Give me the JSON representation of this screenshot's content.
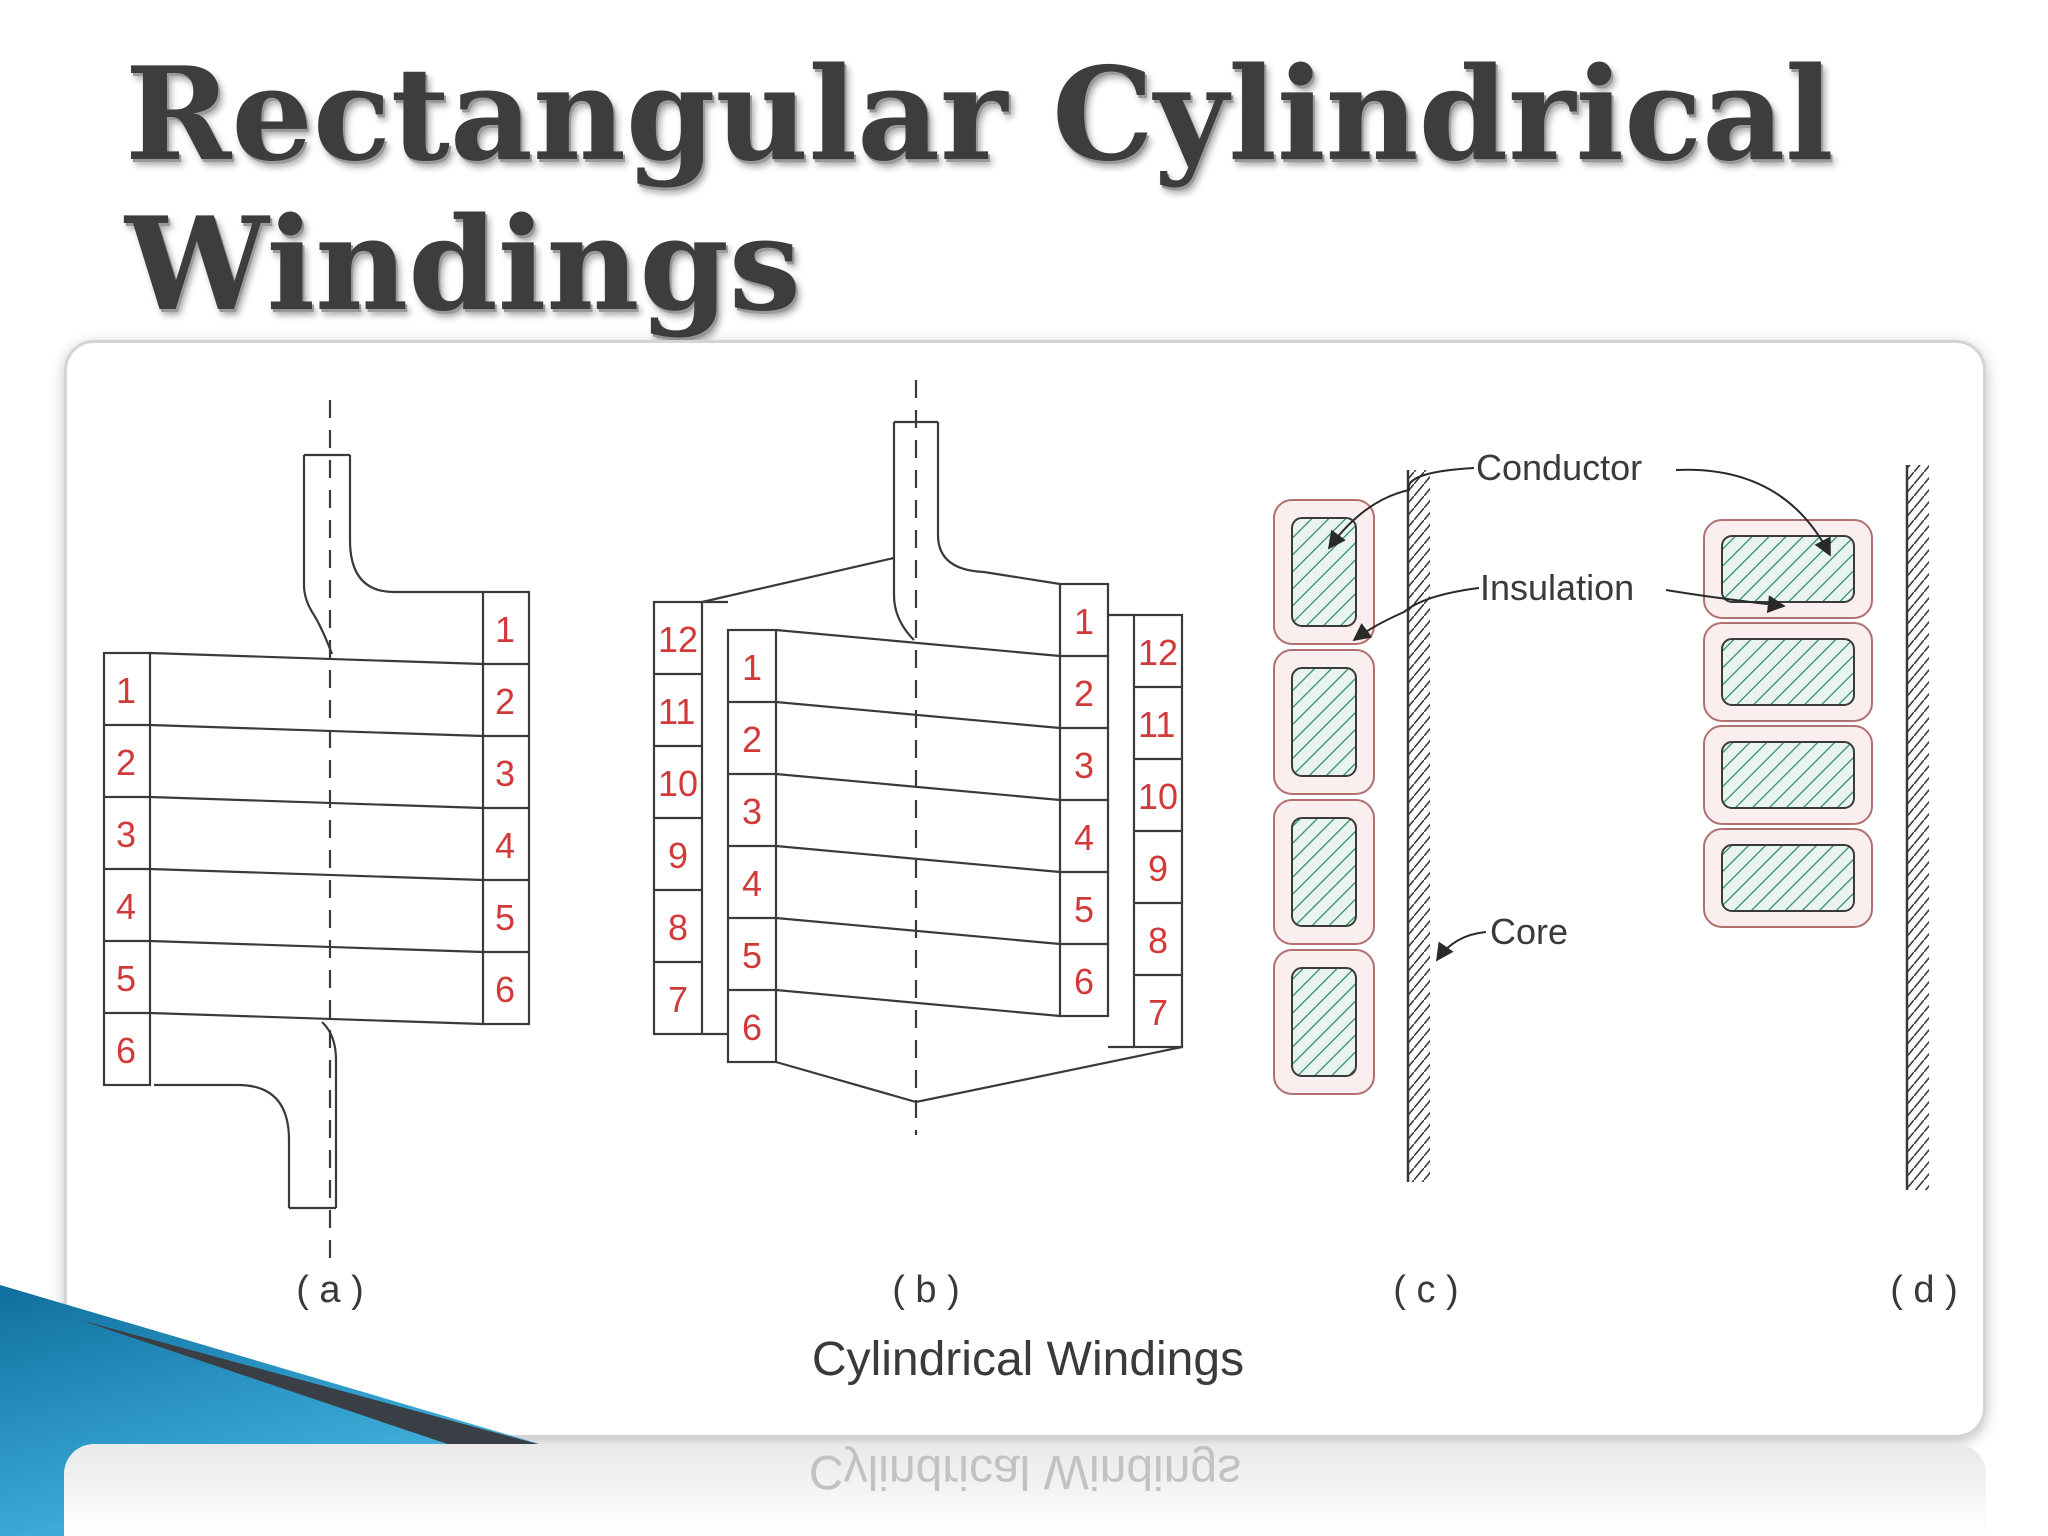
{
  "slide": {
    "title_line1": "Rectangular Cylindrical",
    "title_line2": "Windings"
  },
  "figure": {
    "caption": "Cylindrical Windings",
    "reflection": "Cylindrical Windings",
    "panels": [
      {
        "id": "a",
        "label": "( a )"
      },
      {
        "id": "b",
        "label": "( b )"
      },
      {
        "id": "c",
        "label": "( c )"
      },
      {
        "id": "d",
        "label": "( d )"
      }
    ],
    "annotations": {
      "conductor": "Conductor",
      "insulation": "Insulation",
      "core": "Core"
    },
    "panel_a": {
      "left_numbers": [
        "1",
        "2",
        "3",
        "4",
        "5",
        "6"
      ],
      "right_numbers": [
        "1",
        "2",
        "3",
        "4",
        "5",
        "6"
      ]
    },
    "panel_b": {
      "outer_left_numbers": [
        "12",
        "11",
        "10",
        "9",
        "8",
        "7"
      ],
      "inner_left_numbers": [
        "1",
        "2",
        "3",
        "4",
        "5",
        "6"
      ],
      "inner_right_numbers": [
        "1",
        "2",
        "3",
        "4",
        "5",
        "6"
      ],
      "outer_right_numbers": [
        "12",
        "11",
        "10",
        "9",
        "8",
        "7"
      ]
    },
    "colors": {
      "line": "#3a3a3a",
      "number": "#d23a3a",
      "hatch": "#2e8b6a",
      "insulation_fill": "#f7e4e4",
      "accent": "#1b8fc3"
    }
  }
}
